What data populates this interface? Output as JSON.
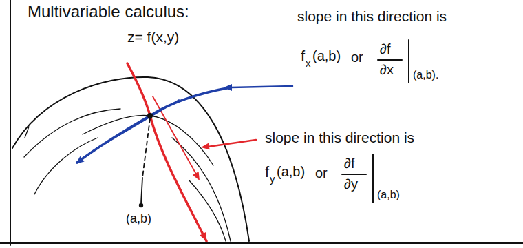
{
  "diagram": {
    "title": "Multivariable calculus:",
    "labels": [
      "z= f(x,y)",
      "slope in this direction is",
      "f",
      "x",
      "(a,b)",
      "or",
      "∂f",
      "∂x",
      "(a,b).",
      "slope in this direction is",
      "f",
      "y",
      "(a,b)",
      "or",
      "∂f",
      "∂y",
      "(a,b)",
      "(a,b)"
    ]
  }
}
